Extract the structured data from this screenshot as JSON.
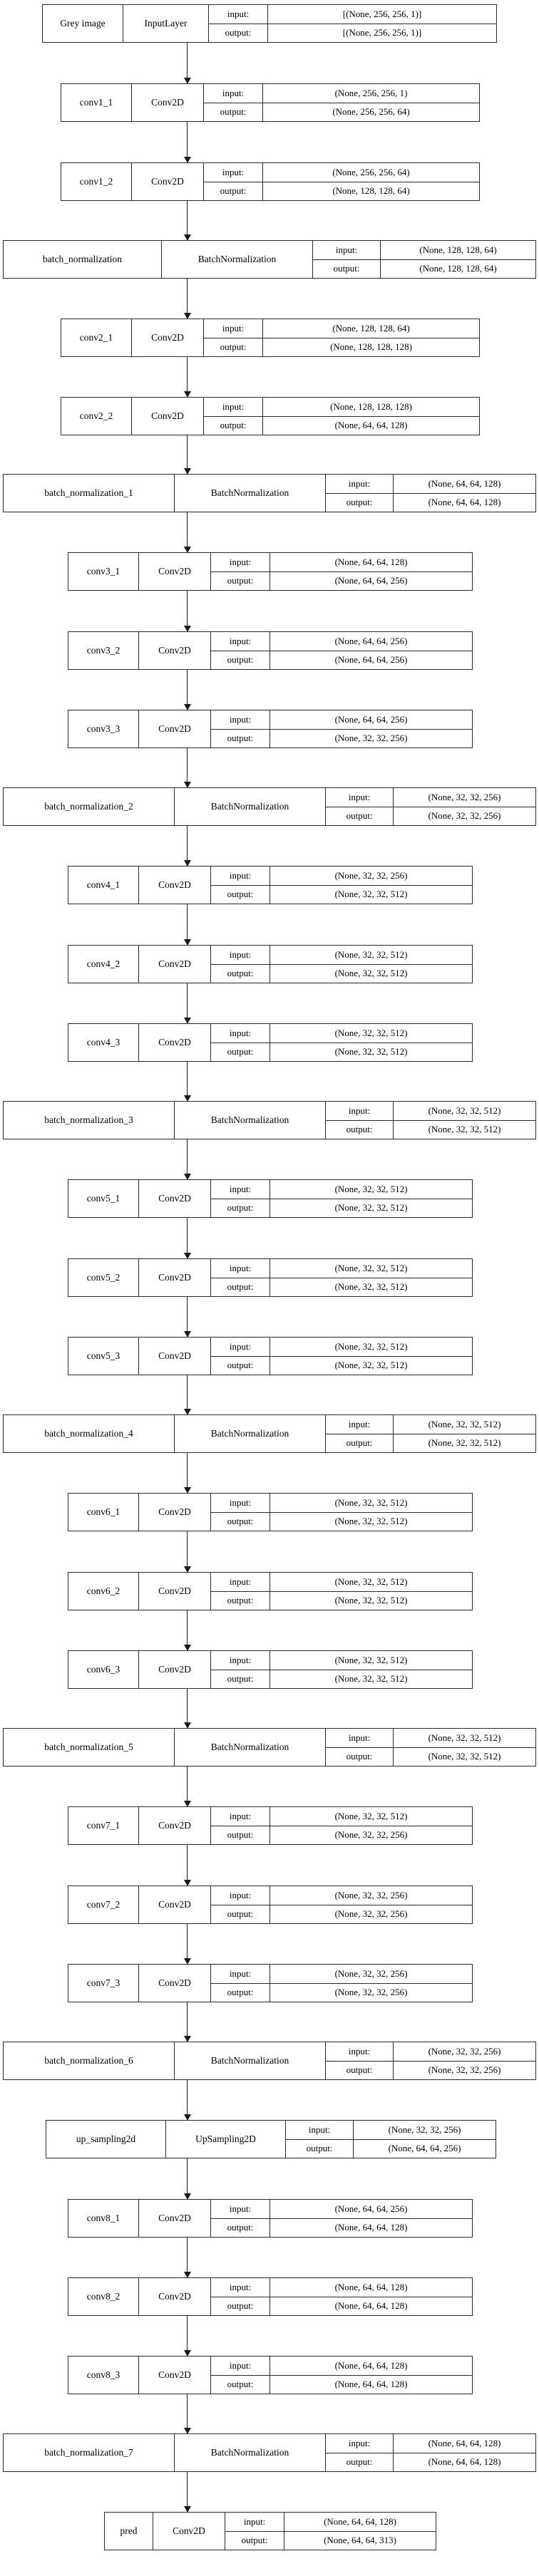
{
  "diagram": {
    "title": "Keras model architecture graph",
    "arrow_color": "#1a1a1a",
    "border_color": "#2b2b2b",
    "background_color": "#ffffff",
    "io_labels": {
      "input": "input:",
      "output": "output:"
    }
  },
  "nodes": [
    {
      "name": "Grey image",
      "type": "InputLayer",
      "input": "[(None, 256, 256, 1)]",
      "output": "[(None, 256, 256, 1)]"
    },
    {
      "name": "conv1_1",
      "type": "Conv2D",
      "input": "(None, 256, 256, 1)",
      "output": "(None, 256, 256, 64)"
    },
    {
      "name": "conv1_2",
      "type": "Conv2D",
      "input": "(None, 256, 256, 64)",
      "output": "(None, 128, 128, 64)"
    },
    {
      "name": "batch_normalization",
      "type": "BatchNormalization",
      "input": "(None, 128, 128, 64)",
      "output": "(None, 128, 128, 64)"
    },
    {
      "name": "conv2_1",
      "type": "Conv2D",
      "input": "(None, 128, 128, 64)",
      "output": "(None, 128, 128, 128)"
    },
    {
      "name": "conv2_2",
      "type": "Conv2D",
      "input": "(None, 128, 128, 128)",
      "output": "(None, 64, 64, 128)"
    },
    {
      "name": "batch_normalization_1",
      "type": "BatchNormalization",
      "input": "(None, 64, 64, 128)",
      "output": "(None, 64, 64, 128)"
    },
    {
      "name": "conv3_1",
      "type": "Conv2D",
      "input": "(None, 64, 64, 128)",
      "output": "(None, 64, 64, 256)"
    },
    {
      "name": "conv3_2",
      "type": "Conv2D",
      "input": "(None, 64, 64, 256)",
      "output": "(None, 64, 64, 256)"
    },
    {
      "name": "conv3_3",
      "type": "Conv2D",
      "input": "(None, 64, 64, 256)",
      "output": "(None, 32, 32, 256)"
    },
    {
      "name": "batch_normalization_2",
      "type": "BatchNormalization",
      "input": "(None, 32, 32, 256)",
      "output": "(None, 32, 32, 256)"
    },
    {
      "name": "conv4_1",
      "type": "Conv2D",
      "input": "(None, 32, 32, 256)",
      "output": "(None, 32, 32, 512)"
    },
    {
      "name": "conv4_2",
      "type": "Conv2D",
      "input": "(None, 32, 32, 512)",
      "output": "(None, 32, 32, 512)"
    },
    {
      "name": "conv4_3",
      "type": "Conv2D",
      "input": "(None, 32, 32, 512)",
      "output": "(None, 32, 32, 512)"
    },
    {
      "name": "batch_normalization_3",
      "type": "BatchNormalization",
      "input": "(None, 32, 32, 512)",
      "output": "(None, 32, 32, 512)"
    },
    {
      "name": "conv5_1",
      "type": "Conv2D",
      "input": "(None, 32, 32, 512)",
      "output": "(None, 32, 32, 512)"
    },
    {
      "name": "conv5_2",
      "type": "Conv2D",
      "input": "(None, 32, 32, 512)",
      "output": "(None, 32, 32, 512)"
    },
    {
      "name": "conv5_3",
      "type": "Conv2D",
      "input": "(None, 32, 32, 512)",
      "output": "(None, 32, 32, 512)"
    },
    {
      "name": "batch_normalization_4",
      "type": "BatchNormalization",
      "input": "(None, 32, 32, 512)",
      "output": "(None, 32, 32, 512)"
    },
    {
      "name": "conv6_1",
      "type": "Conv2D",
      "input": "(None, 32, 32, 512)",
      "output": "(None, 32, 32, 512)"
    },
    {
      "name": "conv6_2",
      "type": "Conv2D",
      "input": "(None, 32, 32, 512)",
      "output": "(None, 32, 32, 512)"
    },
    {
      "name": "conv6_3",
      "type": "Conv2D",
      "input": "(None, 32, 32, 512)",
      "output": "(None, 32, 32, 512)"
    },
    {
      "name": "batch_normalization_5",
      "type": "BatchNormalization",
      "input": "(None, 32, 32, 512)",
      "output": "(None, 32, 32, 512)"
    },
    {
      "name": "conv7_1",
      "type": "Conv2D",
      "input": "(None, 32, 32, 512)",
      "output": "(None, 32, 32, 256)"
    },
    {
      "name": "conv7_2",
      "type": "Conv2D",
      "input": "(None, 32, 32, 256)",
      "output": "(None, 32, 32, 256)"
    },
    {
      "name": "conv7_3",
      "type": "Conv2D",
      "input": "(None, 32, 32, 256)",
      "output": "(None, 32, 32, 256)"
    },
    {
      "name": "batch_normalization_6",
      "type": "BatchNormalization",
      "input": "(None, 32, 32, 256)",
      "output": "(None, 32, 32, 256)"
    },
    {
      "name": "up_sampling2d",
      "type": "UpSampling2D",
      "input": "(None, 32, 32, 256)",
      "output": "(None, 64, 64, 256)"
    },
    {
      "name": "conv8_1",
      "type": "Conv2D",
      "input": "(None, 64, 64, 256)",
      "output": "(None, 64, 64, 128)"
    },
    {
      "name": "conv8_2",
      "type": "Conv2D",
      "input": "(None, 64, 64, 128)",
      "output": "(None, 64, 64, 128)"
    },
    {
      "name": "conv8_3",
      "type": "Conv2D",
      "input": "(None, 64, 64, 128)",
      "output": "(None, 64, 64, 128)"
    },
    {
      "name": "batch_normalization_7",
      "type": "BatchNormalization",
      "input": "(None, 64, 64, 128)",
      "output": "(None, 64, 64, 128)"
    },
    {
      "name": "pred",
      "type": "Conv2D",
      "input": "(None, 64, 64, 128)",
      "output": "(None, 64, 64, 313)"
    }
  ]
}
